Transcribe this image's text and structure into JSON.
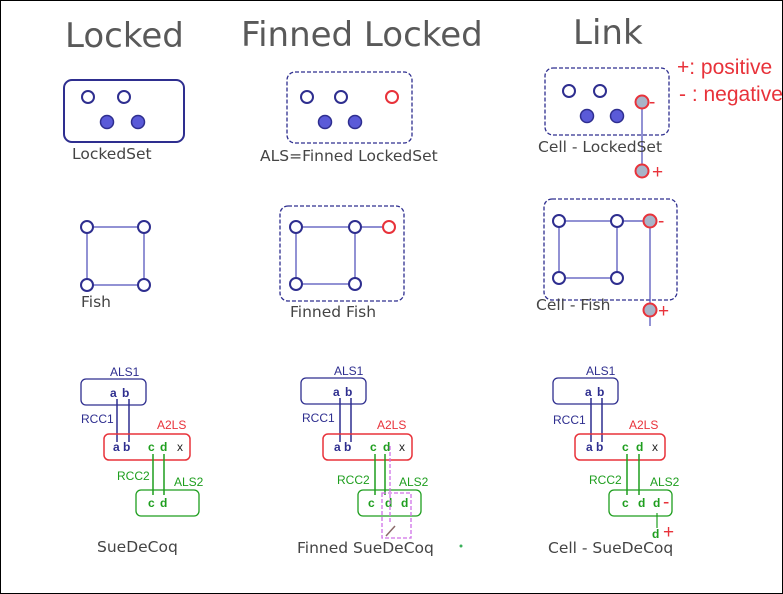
{
  "colors": {
    "blue": "#2e2e8f",
    "red": "#e8323a",
    "green": "#1e9e1e",
    "magenta": "#d070e8",
    "grey": "#595959"
  },
  "headers": {
    "locked": "Locked",
    "finned": "Finned Locked",
    "link": "Link"
  },
  "legend": {
    "positive": "+: positive",
    "negative": "- : negative"
  },
  "captions": {
    "locked_set": "LockedSet",
    "als": "ALS=Finned LockedSet",
    "cell_locked_set": "Cell - LockedSet",
    "fish": "Fish",
    "finned_fish": "Finned Fish",
    "cell_fish": "Cell - Fish",
    "suedecoq": "SueDeCoq",
    "finned_suedecoq": "Finned SueDeCoq",
    "cell_suedecoq": "Cell - SueDeCoq"
  },
  "suedecoq": {
    "als1": "ALS1",
    "als2": "ALS2",
    "a2ls": "A2LS",
    "rcc1": "RCC1",
    "rcc2": "RCC2",
    "a": "a",
    "b": "b",
    "c": "c",
    "d": "d",
    "x": "x",
    "minus": "-",
    "plus": "+"
  },
  "signs": {
    "plus": "+",
    "minus": "-"
  }
}
